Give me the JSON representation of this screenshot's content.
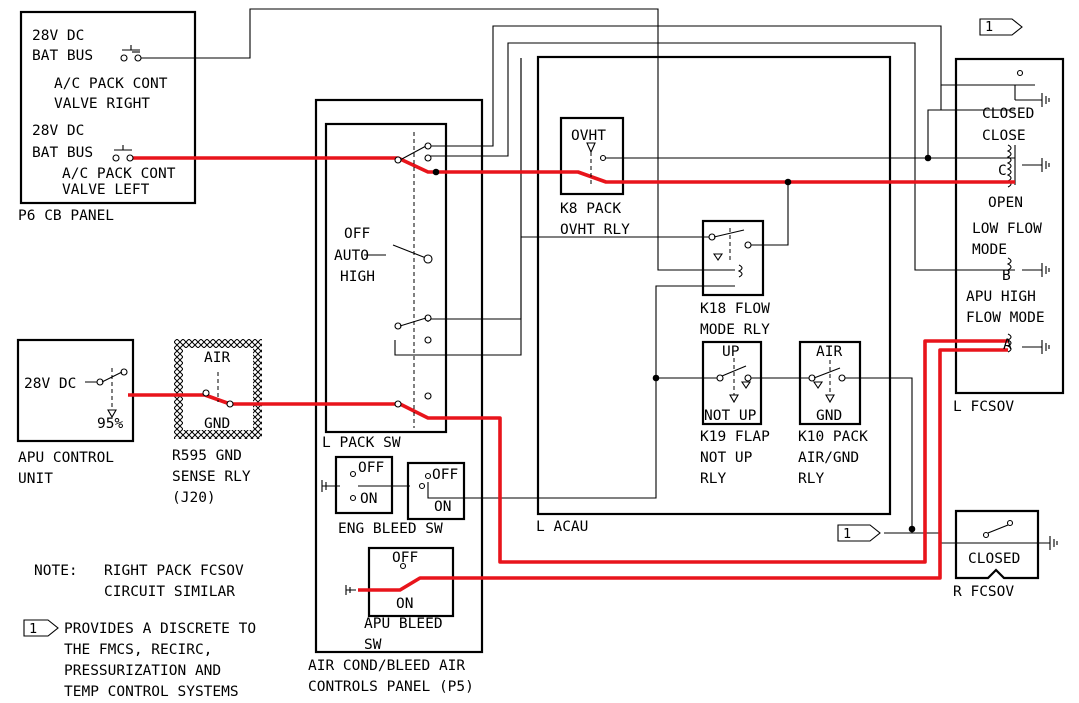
{
  "p6": {
    "bat_bus_1a": "28V DC",
    "bat_bus_1b": "BAT BUS",
    "cb_right_1": "A/C PACK CONT",
    "cb_right_2": "VALVE RIGHT",
    "bat_bus_2a": "28V DC",
    "bat_bus_2b": "BAT BUS",
    "cb_left_1": "A/C PACK CONT",
    "cb_left_2": "VALVE LEFT",
    "label": "P6 CB PANEL"
  },
  "apu_unit": {
    "supply": "28V DC",
    "pct": "95%",
    "label_1": "APU CONTROL",
    "label_2": "UNIT"
  },
  "r595": {
    "air": "AIR",
    "gnd": "GND",
    "label_1": "R595 GND",
    "label_2": "SENSE RLY",
    "label_3": "(J20)"
  },
  "p5": {
    "pack_sw_off": "OFF",
    "pack_sw_auto": "AUTO",
    "pack_sw_high": "HIGH",
    "pack_sw_label": "L PACK SW",
    "eng_off": "OFF",
    "eng_on": "ON",
    "eng_off2": "OFF",
    "eng_on2": "ON",
    "eng_label": "ENG BLEED SW",
    "apu_off": "OFF",
    "apu_on": "ON",
    "apu_label_1": "APU BLEED",
    "apu_label_2": "SW",
    "panel_label_1": "AIR COND/BLEED AIR",
    "panel_label_2": "CONTROLS PANEL (P5)"
  },
  "acau": {
    "k8_ovht": "OVHT",
    "k8_label_1": "K8 PACK",
    "k8_label_2": "OVHT RLY",
    "k18_label_1": "K18 FLOW",
    "k18_label_2": "MODE RLY",
    "k19_up": "UP",
    "k19_notup": "NOT UP",
    "k19_label_1": "K19 FLAP",
    "k19_label_2": "NOT UP",
    "k19_label_3": "RLY",
    "k10_air": "AIR",
    "k10_gnd": "GND",
    "k10_label_1": "K10 PACK",
    "k10_label_2": "AIR/GND",
    "k10_label_3": "RLY",
    "label": "L ACAU"
  },
  "l_fcsov": {
    "closed": "CLOSED",
    "close": "CLOSE",
    "c": "C",
    "open": "OPEN",
    "low_1": "LOW FLOW",
    "low_2": "MODE",
    "b": "B",
    "high_1": "APU HIGH",
    "high_2": "FLOW MODE",
    "a": "A",
    "label": "L FCSOV"
  },
  "r_fcsov": {
    "closed": "CLOSED",
    "label": "R FCSOV"
  },
  "flag": "1",
  "note": {
    "l1a": "NOTE:",
    "l1b": "RIGHT PACK FCSOV",
    "l2": "CIRCUIT SIMILAR",
    "l3": "PROVIDES A DISCRETE TO",
    "l4": "THE FMCS, RECIRC,",
    "l5": "PRESSURIZATION AND",
    "l6": "TEMP CONTROL SYSTEMS"
  },
  "colors": {
    "energized": "#e8141b",
    "wire": "#000000"
  }
}
